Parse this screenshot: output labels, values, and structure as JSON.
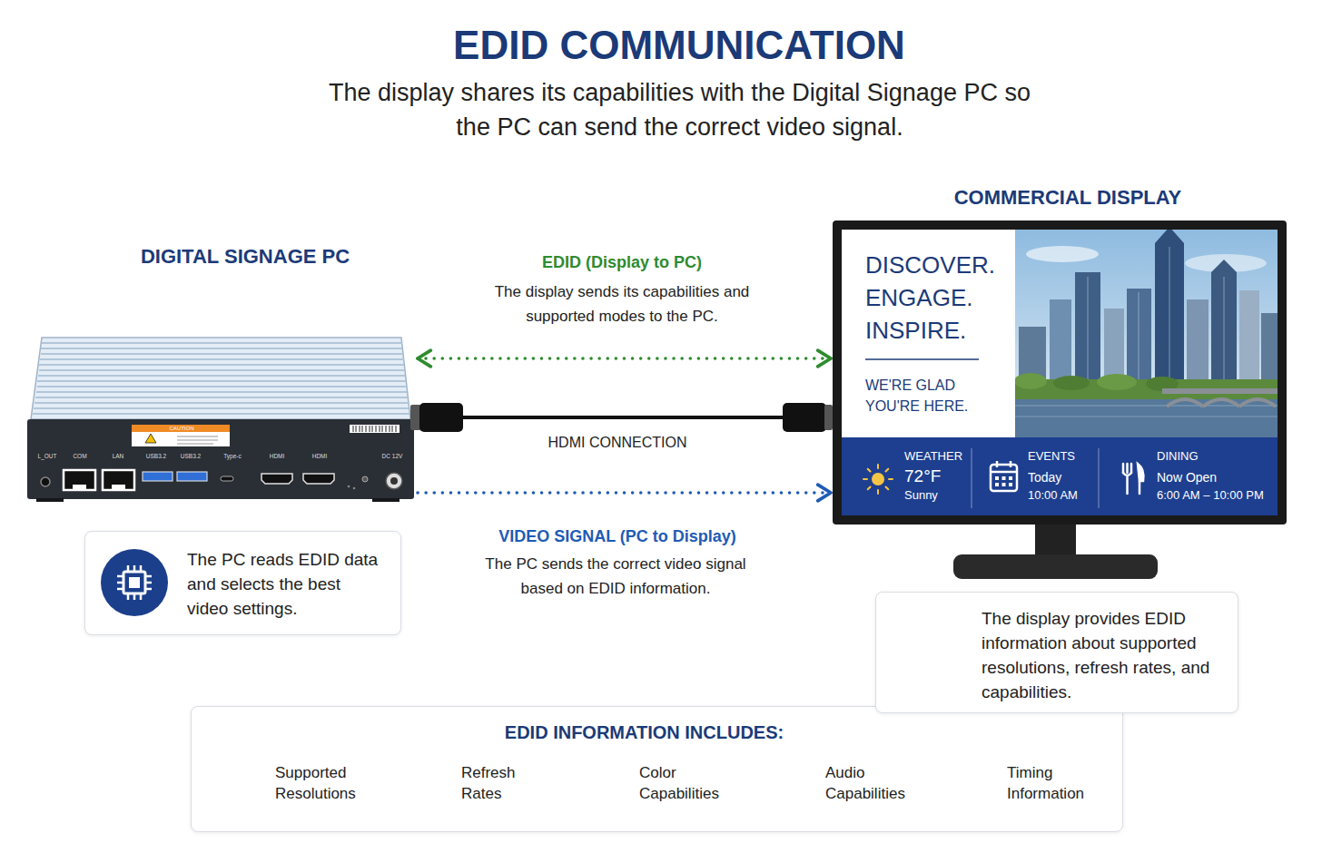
{
  "diagram": {
    "title": "EDID COMMUNICATION",
    "nodes": [
      {
        "text": [
          "DIGITAL SIGNAGE PC"
        ]
      },
      {
        "text": [
          "COMMERCIAL DISPLAY"
        ]
      },
      {
        "text": [
          "DISCOVER. ENGAGE. INSPIRE.",
          "WE'RE GLAD YOU'RE HERE."
        ],
        "in": 1
      },
      {
        "text": [
          "WEATHER",
          "72°F",
          "Sunny"
        ],
        "in": 1
      },
      {
        "text": [
          "EVENTS",
          "Today",
          "10:00 AM"
        ],
        "in": 1
      },
      {
        "text": [
          "DINING",
          "Now Open",
          "6:00 AM – 10:00 PM"
        ],
        "in": 1
      },
      {
        "text": [
          "The PC reads EDID data and selects the best video settings."
        ]
      },
      {
        "text": [
          "The display provides EDID information about supported resolutions, refresh rates, and capabilities."
        ]
      },
      {
        "text": [
          "EDID INFORMATION INCLUDES:"
        ]
      },
      {
        "text": [
          "Supported Resolutions"
        ],
        "in": 8
      },
      {
        "text": [
          "Refresh Rates"
        ],
        "in": 8
      },
      {
        "text": [
          "Color Capabilities"
        ],
        "in": 8
      },
      {
        "text": [
          "Audio Capabilities"
        ],
        "in": 8
      },
      {
        "text": [
          "Timing Information"
        ],
        "in": 8
      }
    ],
    "edges": [
      {
        "from": 1,
        "to": 0,
        "arrow": "both",
        "label": "EDID (Display to PC)"
      },
      {
        "from": 0,
        "to": 1,
        "arrow": "none",
        "label": "HDMI CONNECTION"
      },
      {
        "from": 0,
        "to": 1,
        "arrow": "to",
        "label": "VIDEO SIGNAL (PC to Display)"
      }
    ],
    "labels": [
      "The display shares its capabilities with the Digital Signage PC so the PC can send the correct video signal.",
      "The display sends its capabilities and supported modes to the PC.",
      "The PC sends the correct video signal based on EDID information.",
      "CAUTION",
      "L_OUT",
      "COM",
      "LAN",
      "USB3.2",
      "USB3.2",
      "Type-c",
      "HDMI",
      "HDMI",
      "DC 12V"
    ]
  }
}
